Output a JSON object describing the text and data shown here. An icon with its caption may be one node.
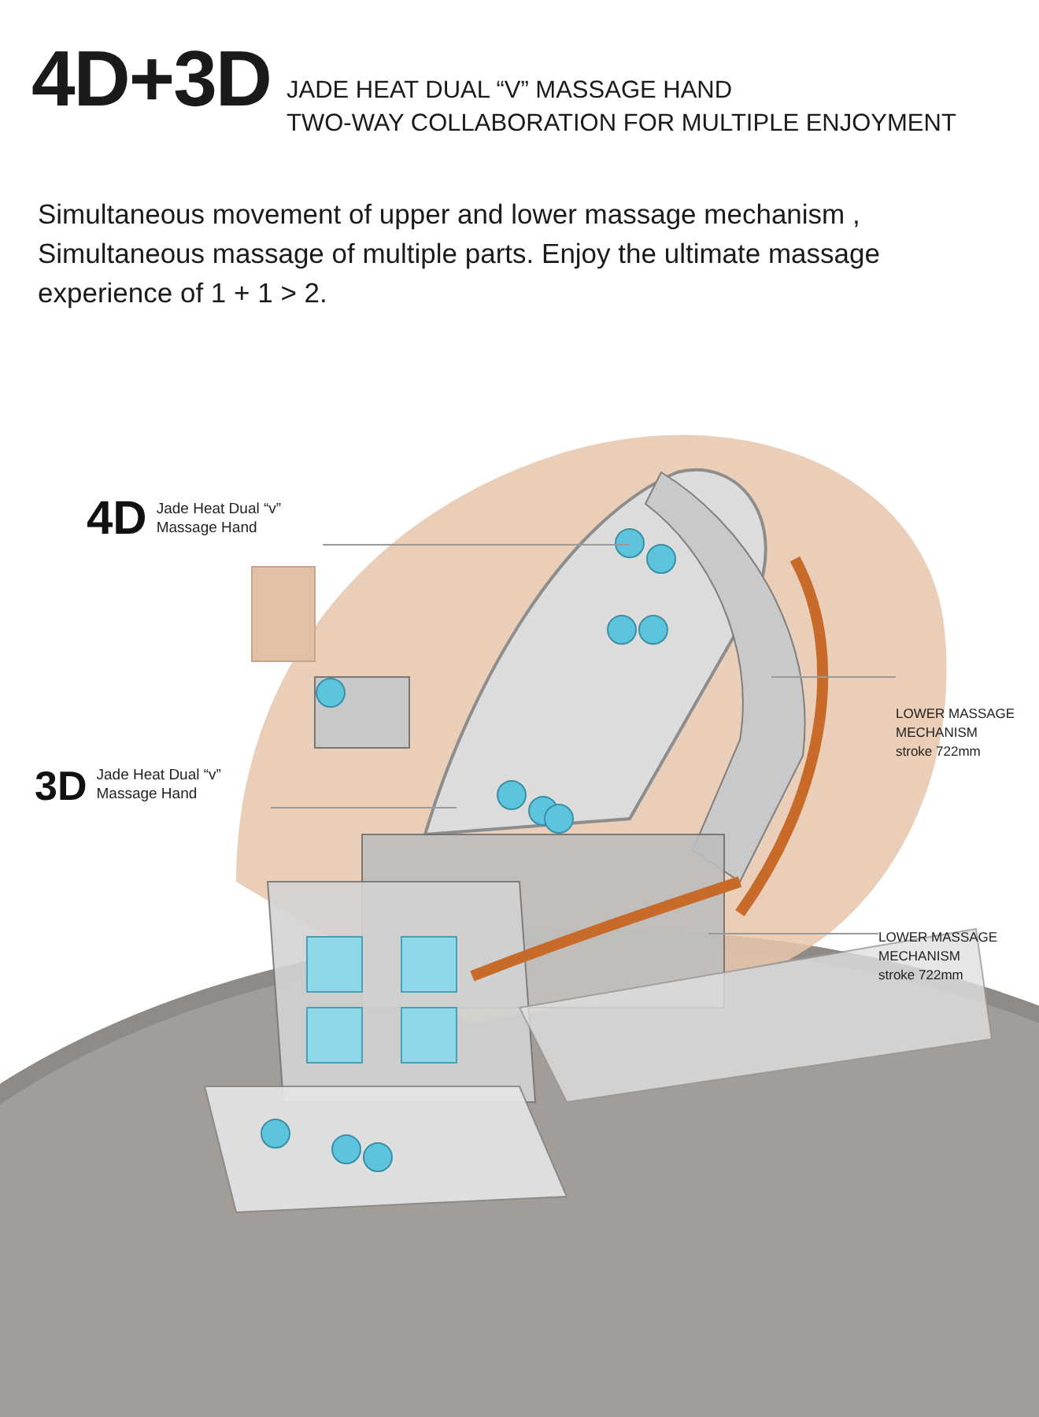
{
  "diagram": {
    "title": "4D+3D",
    "nodes": [
      {
        "text": [
          "4D",
          "Jade Heat Dual “v” Massage Hand"
        ]
      },
      {
        "text": [
          "3D",
          "Jade Heat Dual “v” Massage Hand"
        ]
      },
      {
        "text": [
          "LOWER MASSAGE MECHANISM",
          "stroke 722mm"
        ]
      },
      {
        "text": [
          "LOWER MASSAGE MECHANISM",
          "stroke 722mm"
        ]
      }
    ],
    "edges": [
      {
        "from": 0,
        "to": null,
        "arrow": "none"
      },
      {
        "from": 1,
        "to": null,
        "arrow": "none"
      },
      {
        "from": 2,
        "to": null,
        "arrow": "none"
      },
      {
        "from": 3,
        "to": null,
        "arrow": "none"
      }
    ],
    "labels": [
      "JADE HEAT DUAL “V” MASSAGE HAND",
      "TWO-WAY COLLABORATION FOR MULTIPLE ENJOYMENT",
      "Simultaneous movement of upper and lower massage mechanism , Simultaneous massage of multiple parts. Enjoy the ultimate massage experience of 1 + 1 > 2."
    ]
  }
}
